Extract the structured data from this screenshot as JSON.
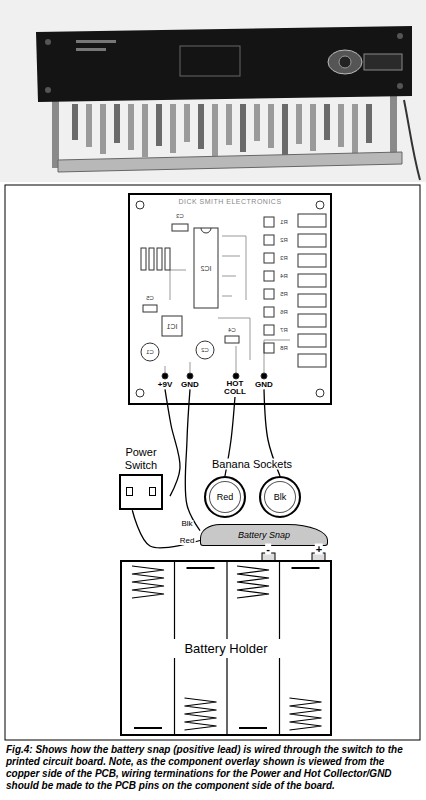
{
  "diagram": {
    "caption": "Fig.4: Shows how the battery snap (positive lead) is wired through the switch to the printed circuit board. Note, as the component overlay shown is viewed from the copper side of the PCB, wiring terminations for the Power and Hot Collector/GND should be made to the PCB pins on the component side of the board.",
    "nodes": [
      {
        "text": [
          "DICK SMITH ELECTRONICS"
        ]
      },
      {
        "text": [
          "+9V"
        ],
        "in": 0
      },
      {
        "text": [
          "GND"
        ],
        "in": 0
      },
      {
        "text": [
          "HOT COLL"
        ],
        "in": 0
      },
      {
        "text": [
          "GND"
        ],
        "in": 0
      },
      {
        "text": [
          "Power Switch"
        ]
      },
      {
        "text": [
          "Red"
        ]
      },
      {
        "text": [
          "Blk"
        ]
      },
      {
        "text": [
          "Battery Snap"
        ]
      },
      {
        "text": [
          "Battery Holder"
        ]
      }
    ],
    "edges": [
      {
        "from": 5,
        "to": 1,
        "arrow": "none"
      },
      {
        "from": 8,
        "to": 5,
        "arrow": "none"
      },
      {
        "from": 8,
        "to": 2,
        "arrow": "none"
      },
      {
        "from": 6,
        "to": 3,
        "arrow": "none"
      },
      {
        "from": 7,
        "to": 4,
        "arrow": "none"
      }
    ],
    "labels": [
      "Banana Sockets",
      "Blk",
      "Red",
      "-",
      "+",
      "IC2",
      "IC1",
      "C1",
      "C2",
      "C3",
      "C4",
      "C5",
      "R1",
      "R2",
      "R3",
      "R4",
      "R5",
      "R6",
      "R7",
      "R8"
    ]
  }
}
